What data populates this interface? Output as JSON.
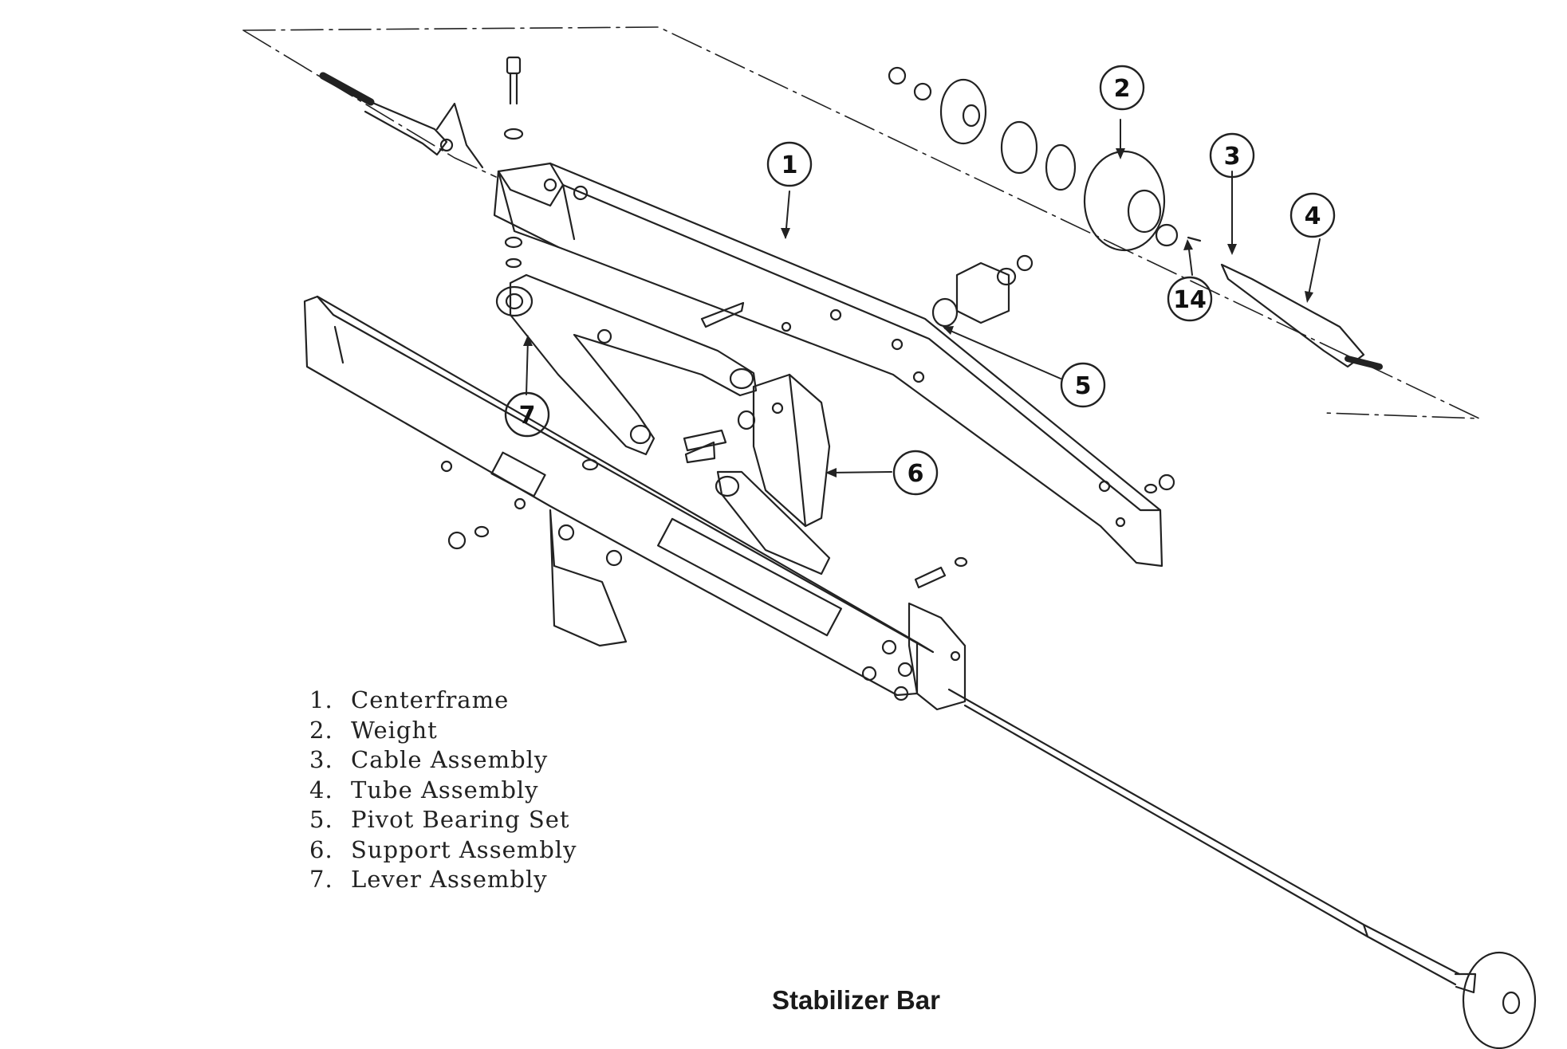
{
  "caption": "Stabilizer Bar",
  "callouts": [
    "1",
    "2",
    "3",
    "4",
    "5",
    "6",
    "7",
    "14"
  ],
  "legend": [
    {
      "num": "1.",
      "label": "Centerframe"
    },
    {
      "num": "2.",
      "label": "Weight"
    },
    {
      "num": "3.",
      "label": "Cable Assembly"
    },
    {
      "num": "4.",
      "label": "Tube Assembly"
    },
    {
      "num": "5.",
      "label": "Pivot Bearing Set"
    },
    {
      "num": "6.",
      "label": "Support Assembly"
    },
    {
      "num": "7.",
      "label": "Lever Assembly"
    }
  ],
  "colors": {
    "ink": "#222222",
    "paper": "#ffffff"
  }
}
